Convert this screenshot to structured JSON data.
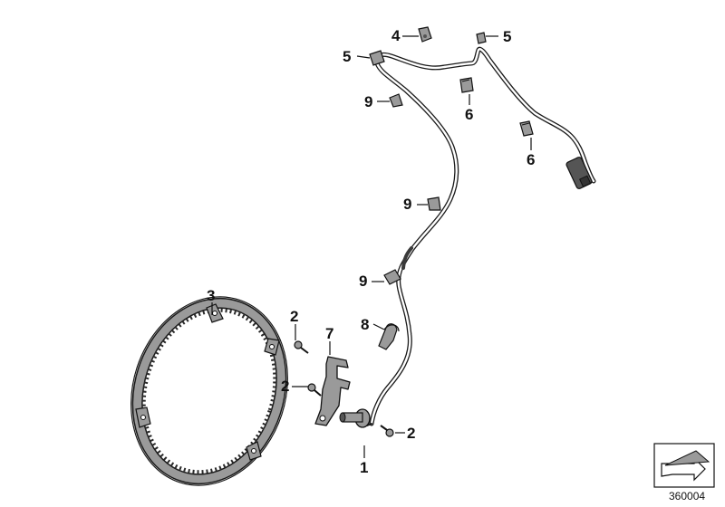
{
  "callouts": {
    "c1": "1",
    "c2a": "2",
    "c2b": "2",
    "c2c": "2",
    "c3": "3",
    "c4": "4",
    "c5a": "5",
    "c5b": "5",
    "c6a": "6",
    "c6b": "6",
    "c7": "7",
    "c8": "8",
    "c9a": "9",
    "c9b": "9",
    "c9c": "9"
  },
  "diagram_ref": "360004",
  "colors": {
    "line": "#1a1a1a",
    "part_fill": "#9a9a9a",
    "part_dark": "#555555",
    "cable": "#3a3a3a"
  },
  "icons": {
    "corner_icon": "fold-arrow-icon"
  }
}
